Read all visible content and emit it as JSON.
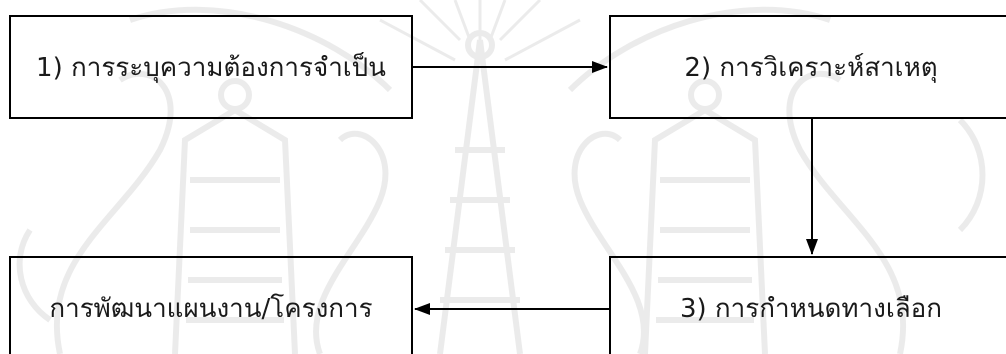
{
  "diagram": {
    "steps": [
      {
        "label": "1) การระบุความต้องการจำเป็น"
      },
      {
        "label": "2) การวิเคราะห์สาเหตุ"
      },
      {
        "label": "3) การกำหนดทางเลือก"
      },
      {
        "label": "การพัฒนาแผนงาน/โครงการ"
      }
    ],
    "colors": {
      "box_border": "#000000",
      "text": "#1a1a1a",
      "arrow": "#000000",
      "watermark": "#8a8a8a"
    }
  }
}
